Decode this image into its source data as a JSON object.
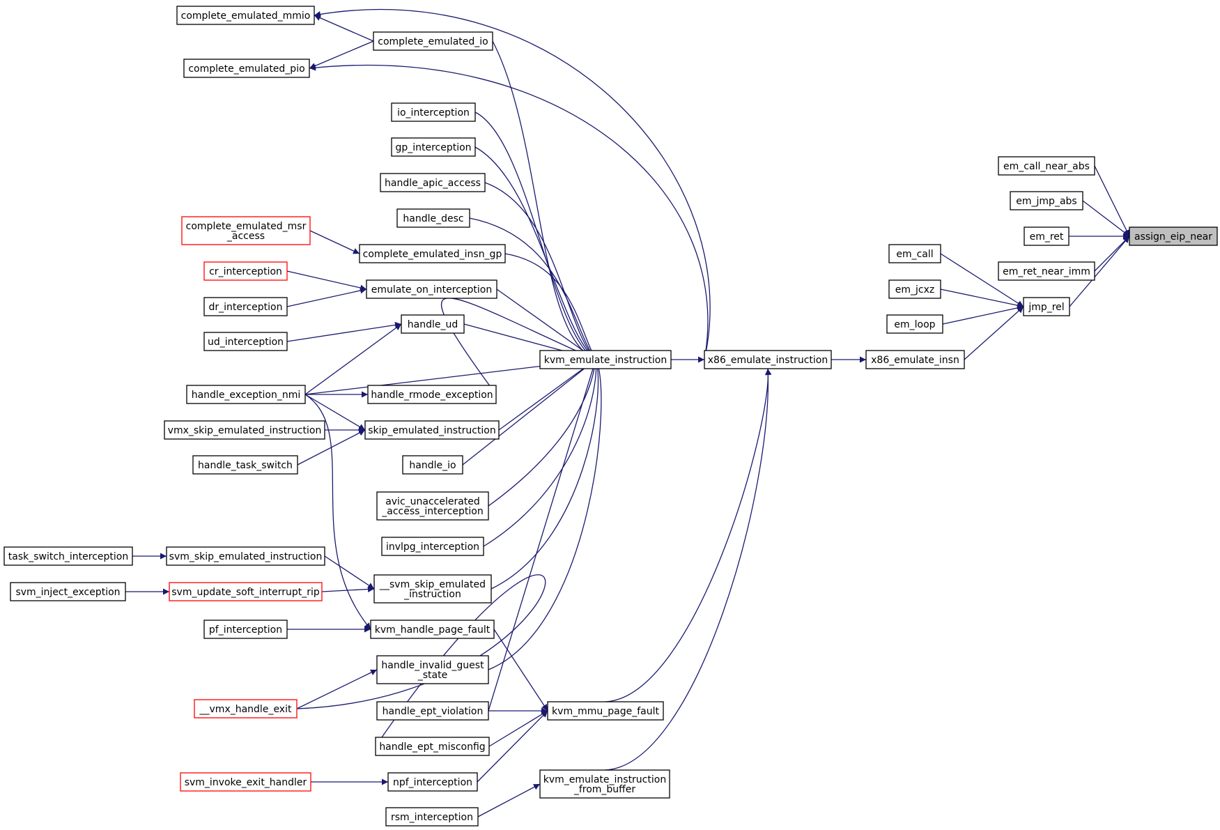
{
  "graph": {
    "colors": {
      "edge": "#191970",
      "node_border": "#000000",
      "node_border_truncated": "#ff0000",
      "root_fill": "#bfbfbf",
      "node_fill": "#ffffff"
    },
    "nodes": [
      {
        "id": "assign_eip_near",
        "lines": [
          "assign_eip_near"
        ],
        "style": "root"
      },
      {
        "id": "em_call_near_abs",
        "lines": [
          "em_call_near_abs"
        ]
      },
      {
        "id": "em_jmp_abs",
        "lines": [
          "em_jmp_abs"
        ]
      },
      {
        "id": "em_ret",
        "lines": [
          "em_ret"
        ]
      },
      {
        "id": "em_ret_near_imm",
        "lines": [
          "em_ret_near_imm"
        ]
      },
      {
        "id": "jmp_rel",
        "lines": [
          "jmp_rel"
        ]
      },
      {
        "id": "em_call",
        "lines": [
          "em_call"
        ]
      },
      {
        "id": "em_jcxz",
        "lines": [
          "em_jcxz"
        ]
      },
      {
        "id": "em_loop",
        "lines": [
          "em_loop"
        ]
      },
      {
        "id": "x86_emulate_insn",
        "lines": [
          "x86_emulate_insn"
        ]
      },
      {
        "id": "x86_emulate_instruction",
        "lines": [
          "x86_emulate_instruction"
        ]
      },
      {
        "id": "kvm_emulate_instruction",
        "lines": [
          "kvm_emulate_instruction"
        ]
      },
      {
        "id": "complete_emulated_mmio",
        "lines": [
          "complete_emulated_mmio"
        ]
      },
      {
        "id": "complete_emulated_io",
        "lines": [
          "complete_emulated_io"
        ]
      },
      {
        "id": "complete_emulated_pio",
        "lines": [
          "complete_emulated_pio"
        ]
      },
      {
        "id": "io_interception",
        "lines": [
          "io_interception"
        ]
      },
      {
        "id": "gp_interception",
        "lines": [
          "gp_interception"
        ]
      },
      {
        "id": "handle_apic_access",
        "lines": [
          "handle_apic_access"
        ]
      },
      {
        "id": "handle_desc",
        "lines": [
          "handle_desc"
        ]
      },
      {
        "id": "complete_emulated_msr_access",
        "lines": [
          "complete_emulated_msr",
          "_access"
        ],
        "style": "truncated"
      },
      {
        "id": "complete_emulated_insn_gp",
        "lines": [
          "complete_emulated_insn_gp"
        ]
      },
      {
        "id": "cr_interception",
        "lines": [
          "cr_interception"
        ],
        "style": "truncated"
      },
      {
        "id": "emulate_on_interception",
        "lines": [
          "emulate_on_interception"
        ]
      },
      {
        "id": "dr_interception",
        "lines": [
          "dr_interception"
        ]
      },
      {
        "id": "handle_ud",
        "lines": [
          "handle_ud"
        ]
      },
      {
        "id": "ud_interception",
        "lines": [
          "ud_interception"
        ]
      },
      {
        "id": "handle_exception_nmi",
        "lines": [
          "handle_exception_nmi"
        ]
      },
      {
        "id": "handle_rmode_exception",
        "lines": [
          "handle_rmode_exception"
        ]
      },
      {
        "id": "vmx_skip_emulated_instruction",
        "lines": [
          "vmx_skip_emulated_instruction"
        ]
      },
      {
        "id": "skip_emulated_instruction",
        "lines": [
          "skip_emulated_instruction"
        ]
      },
      {
        "id": "handle_task_switch",
        "lines": [
          "handle_task_switch"
        ]
      },
      {
        "id": "handle_io",
        "lines": [
          "handle_io"
        ]
      },
      {
        "id": "avic_unaccelerated_access_interception",
        "lines": [
          "avic_unaccelerated",
          "_access_interception"
        ]
      },
      {
        "id": "invlpg_interception",
        "lines": [
          "invlpg_interception"
        ]
      },
      {
        "id": "task_switch_interception",
        "lines": [
          "task_switch_interception"
        ]
      },
      {
        "id": "svm_skip_emulated_instruction",
        "lines": [
          "svm_skip_emulated_instruction"
        ]
      },
      {
        "id": "__svm_skip_emulated_instruction",
        "lines": [
          "__svm_skip_emulated",
          "_instruction"
        ]
      },
      {
        "id": "svm_inject_exception",
        "lines": [
          "svm_inject_exception"
        ]
      },
      {
        "id": "svm_update_soft_interrupt_rip",
        "lines": [
          "svm_update_soft_interrupt_rip"
        ],
        "style": "truncated"
      },
      {
        "id": "pf_interception",
        "lines": [
          "pf_interception"
        ]
      },
      {
        "id": "kvm_handle_page_fault",
        "lines": [
          "kvm_handle_page_fault"
        ]
      },
      {
        "id": "handle_invalid_guest_state",
        "lines": [
          "handle_invalid_guest",
          "_state"
        ]
      },
      {
        "id": "__vmx_handle_exit",
        "lines": [
          "__vmx_handle_exit"
        ],
        "style": "truncated"
      },
      {
        "id": "handle_ept_violation",
        "lines": [
          "handle_ept_violation"
        ]
      },
      {
        "id": "kvm_mmu_page_fault",
        "lines": [
          "kvm_mmu_page_fault"
        ]
      },
      {
        "id": "handle_ept_misconfig",
        "lines": [
          "handle_ept_misconfig"
        ]
      },
      {
        "id": "svm_invoke_exit_handler",
        "lines": [
          "svm_invoke_exit_handler"
        ],
        "style": "truncated"
      },
      {
        "id": "npf_interception",
        "lines": [
          "npf_interception"
        ]
      },
      {
        "id": "kvm_emulate_instruction_from_buffer",
        "lines": [
          "kvm_emulate_instruction",
          "_from_buffer"
        ]
      },
      {
        "id": "rsm_interception",
        "lines": [
          "rsm_interception"
        ]
      }
    ],
    "edges": [
      {
        "from": "em_call_near_abs",
        "to": "assign_eip_near"
      },
      {
        "from": "em_jmp_abs",
        "to": "assign_eip_near"
      },
      {
        "from": "em_ret",
        "to": "assign_eip_near"
      },
      {
        "from": "em_ret_near_imm",
        "to": "assign_eip_near"
      },
      {
        "from": "jmp_rel",
        "to": "assign_eip_near"
      },
      {
        "from": "em_call",
        "to": "jmp_rel"
      },
      {
        "from": "em_jcxz",
        "to": "jmp_rel"
      },
      {
        "from": "em_loop",
        "to": "jmp_rel"
      },
      {
        "from": "x86_emulate_insn",
        "to": "jmp_rel"
      },
      {
        "from": "x86_emulate_instruction",
        "to": "x86_emulate_insn"
      },
      {
        "from": "kvm_emulate_instruction",
        "to": "x86_emulate_instruction"
      },
      {
        "from": "complete_emulated_io",
        "to": "complete_emulated_mmio"
      },
      {
        "from": "complete_emulated_io",
        "to": "complete_emulated_pio"
      },
      {
        "from": "x86_emulate_instruction",
        "to": "complete_emulated_mmio"
      },
      {
        "from": "x86_emulate_instruction",
        "to": "complete_emulated_pio"
      },
      {
        "from": "complete_emulated_io",
        "to": "kvm_emulate_instruction"
      },
      {
        "from": "io_interception",
        "to": "kvm_emulate_instruction"
      },
      {
        "from": "gp_interception",
        "to": "kvm_emulate_instruction"
      },
      {
        "from": "handle_apic_access",
        "to": "kvm_emulate_instruction"
      },
      {
        "from": "handle_desc",
        "to": "kvm_emulate_instruction"
      },
      {
        "from": "complete_emulated_insn_gp",
        "to": "kvm_emulate_instruction"
      },
      {
        "from": "complete_emulated_msr_access",
        "to": "complete_emulated_insn_gp"
      },
      {
        "from": "emulate_on_interception",
        "to": "kvm_emulate_instruction"
      },
      {
        "from": "cr_interception",
        "to": "emulate_on_interception"
      },
      {
        "from": "dr_interception",
        "to": "emulate_on_interception"
      },
      {
        "from": "handle_ud",
        "to": "kvm_emulate_instruction"
      },
      {
        "from": "ud_interception",
        "to": "handle_ud"
      },
      {
        "from": "handle_exception_nmi",
        "to": "handle_ud"
      },
      {
        "from": "handle_exception_nmi",
        "to": "kvm_emulate_instruction"
      },
      {
        "from": "handle_rmode_exception",
        "to": "kvm_emulate_instruction"
      },
      {
        "from": "handle_exception_nmi",
        "to": "handle_rmode_exception"
      },
      {
        "from": "skip_emulated_instruction",
        "to": "kvm_emulate_instruction"
      },
      {
        "from": "vmx_skip_emulated_instruction",
        "to": "skip_emulated_instruction"
      },
      {
        "from": "handle_task_switch",
        "to": "skip_emulated_instruction"
      },
      {
        "from": "handle_exception_nmi",
        "to": "skip_emulated_instruction"
      },
      {
        "from": "handle_io",
        "to": "kvm_emulate_instruction"
      },
      {
        "from": "avic_unaccelerated_access_interception",
        "to": "kvm_emulate_instruction"
      },
      {
        "from": "invlpg_interception",
        "to": "kvm_emulate_instruction"
      },
      {
        "from": "__svm_skip_emulated_instruction",
        "to": "kvm_emulate_instruction"
      },
      {
        "from": "task_switch_interception",
        "to": "svm_skip_emulated_instruction"
      },
      {
        "from": "svm_skip_emulated_instruction",
        "to": "__svm_skip_emulated_instruction"
      },
      {
        "from": "svm_inject_exception",
        "to": "svm_update_soft_interrupt_rip"
      },
      {
        "from": "svm_update_soft_interrupt_rip",
        "to": "__svm_skip_emulated_instruction"
      },
      {
        "from": "pf_interception",
        "to": "kvm_handle_page_fault"
      },
      {
        "from": "handle_exception_nmi",
        "to": "kvm_handle_page_fault"
      },
      {
        "from": "kvm_handle_page_fault",
        "to": "kvm_mmu_page_fault"
      },
      {
        "from": "handle_invalid_guest_state",
        "to": "kvm_emulate_instruction"
      },
      {
        "from": "__vmx_handle_exit",
        "to": "handle_invalid_guest_state"
      },
      {
        "from": "__vmx_handle_exit",
        "to": "handle_ept_misconfig"
      },
      {
        "from": "handle_ept_violation",
        "to": "kvm_emulate_instruction"
      },
      {
        "from": "handle_ept_violation",
        "to": "kvm_mmu_page_fault"
      },
      {
        "from": "handle_ept_misconfig",
        "to": "kvm_mmu_page_fault"
      },
      {
        "from": "npf_interception",
        "to": "kvm_mmu_page_fault"
      },
      {
        "from": "svm_invoke_exit_handler",
        "to": "npf_interception"
      },
      {
        "from": "kvm_mmu_page_fault",
        "to": "x86_emulate_instruction"
      },
      {
        "from": "kvm_emulate_instruction_from_buffer",
        "to": "x86_emulate_instruction"
      },
      {
        "from": "rsm_interception",
        "to": "kvm_emulate_instruction_from_buffer"
      }
    ]
  }
}
